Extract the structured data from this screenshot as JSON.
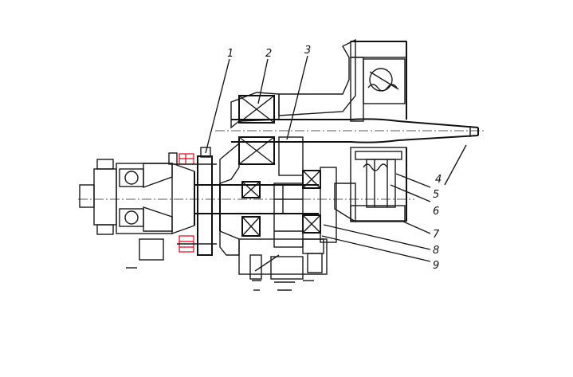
{
  "callouts": [
    {
      "id": "1",
      "text": "1"
    },
    {
      "id": "2",
      "text": "2"
    },
    {
      "id": "3",
      "text": "3"
    },
    {
      "id": "4",
      "text": "4"
    },
    {
      "id": "5",
      "text": "5"
    },
    {
      "id": "6",
      "text": "6"
    },
    {
      "id": "7",
      "text": "7"
    },
    {
      "id": "8",
      "text": "8"
    },
    {
      "id": "9",
      "text": "9"
    }
  ],
  "colors": {
    "ink": "#111111",
    "highlight": "#e0001a",
    "background": "#ffffff"
  }
}
